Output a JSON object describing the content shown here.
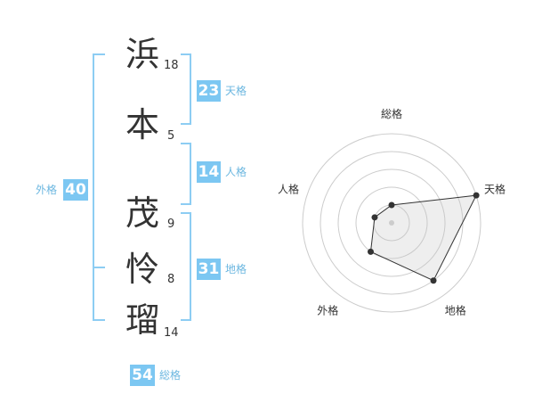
{
  "name_chars": [
    {
      "char": "浜",
      "strokes": "18"
    },
    {
      "char": "本",
      "strokes": "5"
    },
    {
      "char": "茂",
      "strokes": "9"
    },
    {
      "char": "怜",
      "strokes": "8"
    },
    {
      "char": "瑠",
      "strokes": "14"
    }
  ],
  "fortunes": {
    "tenkaku": {
      "value": "23",
      "label": "天格"
    },
    "jinkaku": {
      "value": "14",
      "label": "人格"
    },
    "chikaku": {
      "value": "31",
      "label": "地格"
    },
    "gaikaku": {
      "value": "40",
      "label": "外格"
    },
    "soukaku": {
      "value": "54",
      "label": "総格"
    }
  },
  "colors": {
    "accent": "#7cc7f2",
    "bracket": "#8dcdf3",
    "label": "#6cb7e0"
  },
  "radar": {
    "axes": [
      "総格",
      "天格",
      "地格",
      "外格",
      "人格"
    ],
    "max": 5,
    "levels": 5,
    "values": [
      1,
      5,
      4,
      2,
      1
    ]
  }
}
